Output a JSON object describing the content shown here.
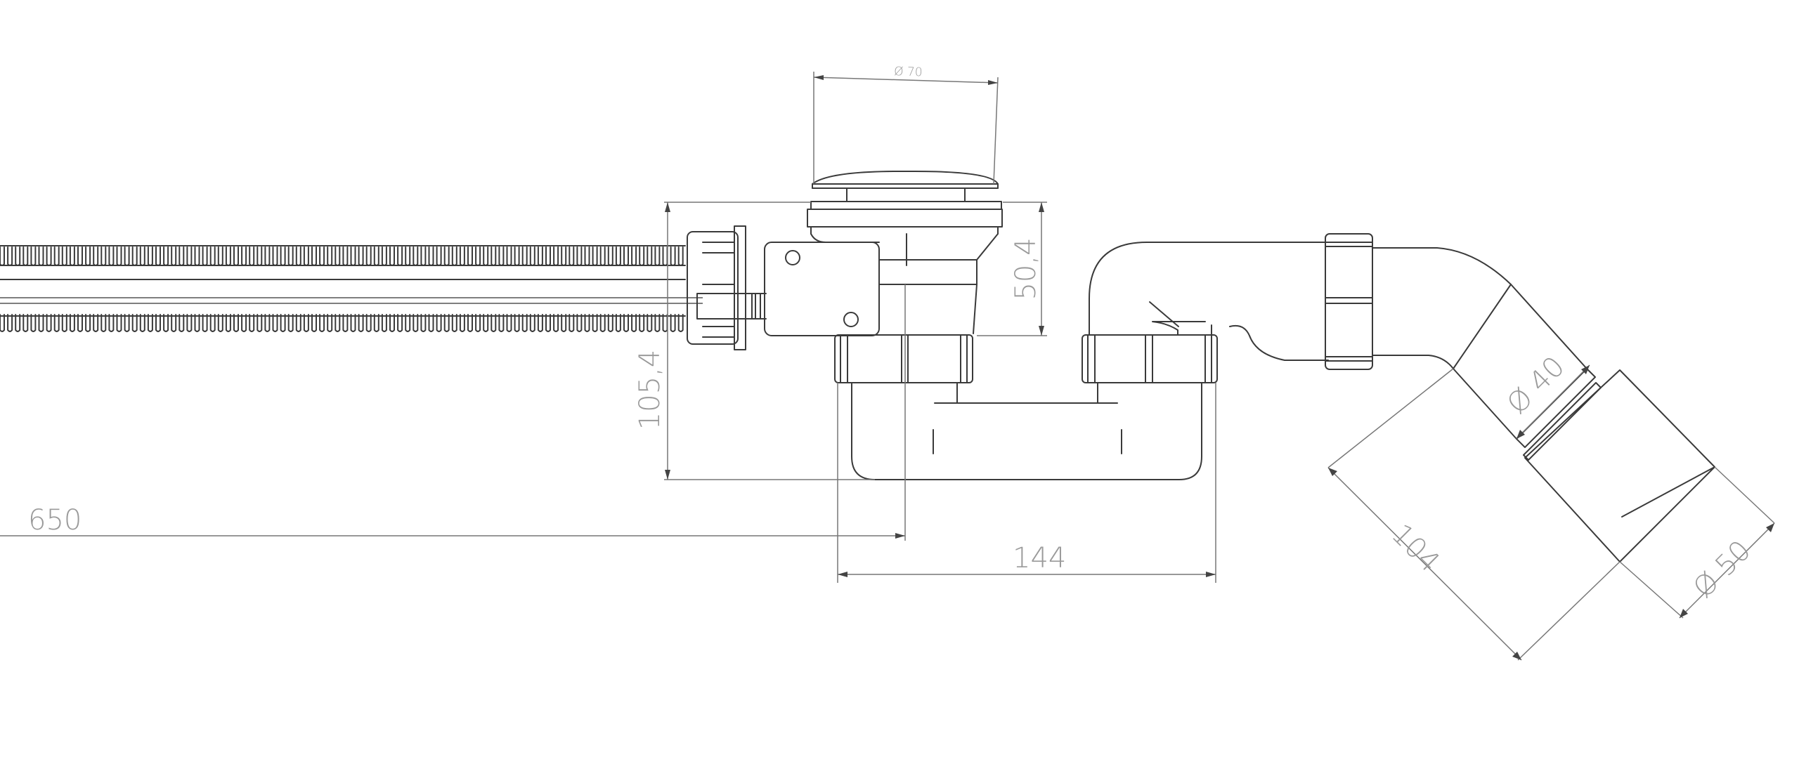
{
  "dimensions": {
    "cap_diameter": "Ø 70",
    "cap_height": "50,4",
    "trap_height": "105,4",
    "hose_length": "650",
    "trap_width": "144",
    "outlet_inner_diameter": "Ø 40",
    "outlet_length": "104",
    "outlet_outer_diameter": "Ø 50"
  },
  "colors": {
    "line": "#3a3a3a",
    "dimension_line": "#777777",
    "dimension_text": "#9a9a9a",
    "background": "#ffffff"
  }
}
